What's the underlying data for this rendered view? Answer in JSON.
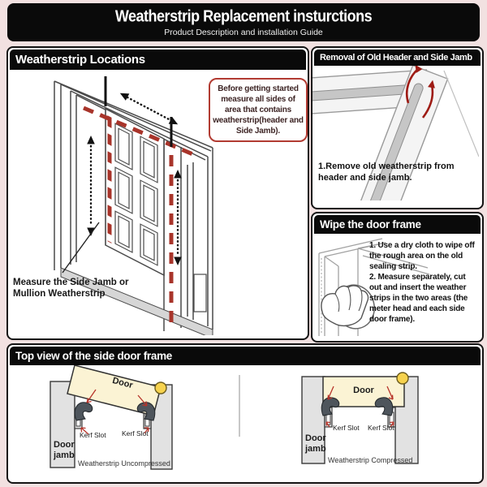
{
  "title": {
    "text": "Weatherstrip Replacement insturctions",
    "subtitle": "Product Description and installation Guide"
  },
  "locations": {
    "header": "Weatherstrip Locations",
    "note": "Before getting started measure all sides of area that contains weatherstrip(header and Side Jamb).",
    "caption": "Measure the Side Jamb or Mullion Weatherstrip"
  },
  "removal": {
    "header": "Removal of Old Header and Side Jamb",
    "step": "1.Remove old weatherstrip from header and side jamb."
  },
  "wipe": {
    "header": "Wipe the door frame",
    "step1": "1. Use a dry cloth to wipe off the rough area on the old sealing strip.",
    "step2": "2. Measure separately, cut out and insert the weather strips in the two areas (the meter head and each side door frame)."
  },
  "topview": {
    "header": "Top view of the side door frame",
    "uncompressed": {
      "door": "Door",
      "jamb": "Door jamb",
      "kerf_left": "Kerf Slot",
      "kerf_right": "Kerf Slot",
      "caption": "Weatherstrip Uncompressed"
    },
    "compressed": {
      "door": "Door",
      "jamb": "Door jamb",
      "kerf_left": "Kerf Slot",
      "kerf_right": "Kerf Slot",
      "caption": "Weatherstrip Compressed"
    }
  },
  "colors": {
    "background": "#f2e1e1",
    "panel_border": "#141414",
    "header_bg": "#0a0a0a",
    "accent_red": "#a8342a",
    "note_border": "#b23b32",
    "door_fill": "#fbf3d4",
    "hinge_yellow": "#f6d24e",
    "weatherstrip_gray": "#4e555c"
  }
}
